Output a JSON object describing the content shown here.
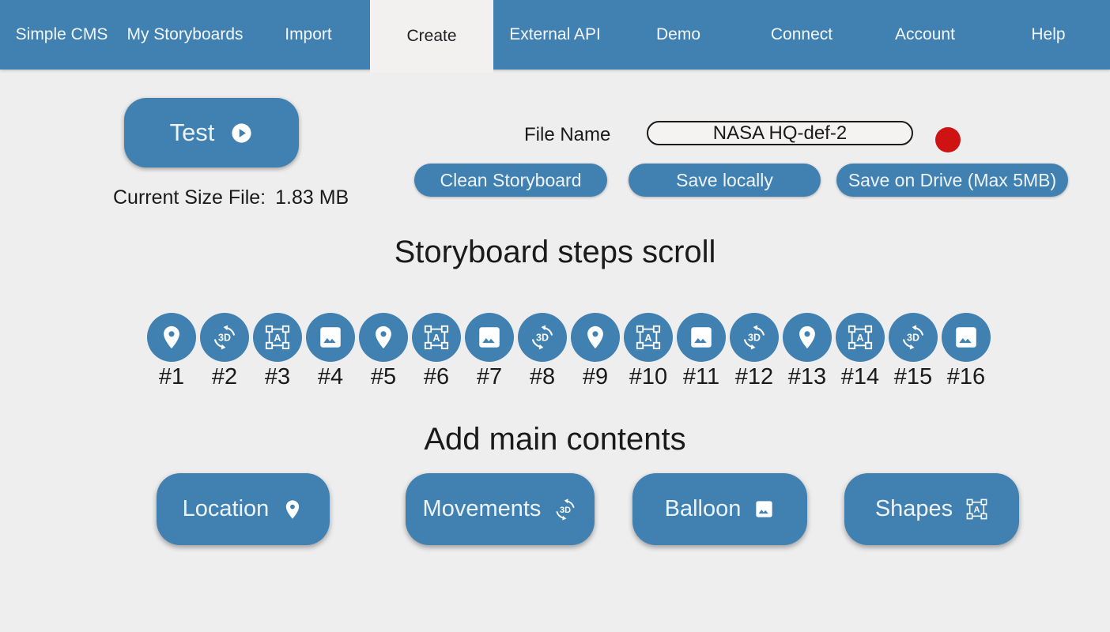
{
  "navbar": {
    "items": [
      {
        "label": "Simple CMS",
        "active": false
      },
      {
        "label": "My Storyboards",
        "active": false
      },
      {
        "label": "Import",
        "active": false
      },
      {
        "label": "Create",
        "active": true
      },
      {
        "label": "External API",
        "active": false
      },
      {
        "label": "Demo",
        "active": false
      },
      {
        "label": "Connect",
        "active": false
      },
      {
        "label": "Account",
        "active": false
      },
      {
        "label": "Help",
        "active": false
      }
    ]
  },
  "toolbar": {
    "test_label": "Test",
    "file_name_label": "File Name",
    "file_name_value": "NASA HQ-def-2",
    "clean_label": "Clean Storyboard",
    "save_local_label": "Save locally",
    "save_drive_label": "Save on Drive (Max 5MB)",
    "current_size_label": "Current Size File:",
    "current_size_value": "1.83 MB"
  },
  "steps": {
    "heading": "Storyboard steps scroll",
    "items": [
      {
        "label": "#1",
        "icon": "place"
      },
      {
        "label": "#2",
        "icon": "rotation-3d"
      },
      {
        "label": "#3",
        "icon": "format-shapes"
      },
      {
        "label": "#4",
        "icon": "image"
      },
      {
        "label": "#5",
        "icon": "place"
      },
      {
        "label": "#6",
        "icon": "format-shapes"
      },
      {
        "label": "#7",
        "icon": "image"
      },
      {
        "label": "#8",
        "icon": "rotation-3d"
      },
      {
        "label": "#9",
        "icon": "place"
      },
      {
        "label": "#10",
        "icon": "format-shapes"
      },
      {
        "label": "#11",
        "icon": "image"
      },
      {
        "label": "#12",
        "icon": "rotation-3d"
      },
      {
        "label": "#13",
        "icon": "place"
      },
      {
        "label": "#14",
        "icon": "format-shapes"
      },
      {
        "label": "#15",
        "icon": "rotation-3d"
      },
      {
        "label": "#16",
        "icon": "image"
      }
    ]
  },
  "contents": {
    "heading": "Add main contents",
    "buttons": [
      {
        "label": "Location",
        "icon": "place"
      },
      {
        "label": "Movements",
        "icon": "rotation-3d"
      },
      {
        "label": "Balloon",
        "icon": "image"
      },
      {
        "label": "Shapes",
        "icon": "format-shapes"
      }
    ]
  },
  "colors": {
    "primary": "#4181B1",
    "page_bg": "#EFEEEE",
    "active_tab_bg": "#F2F1F0",
    "nav_text": "#F3F7FB",
    "button_text": "#EDF3F9",
    "dark_text": "#1A1A1A",
    "input_border": "#1A1A1A",
    "record_dot": "#CE1312"
  }
}
